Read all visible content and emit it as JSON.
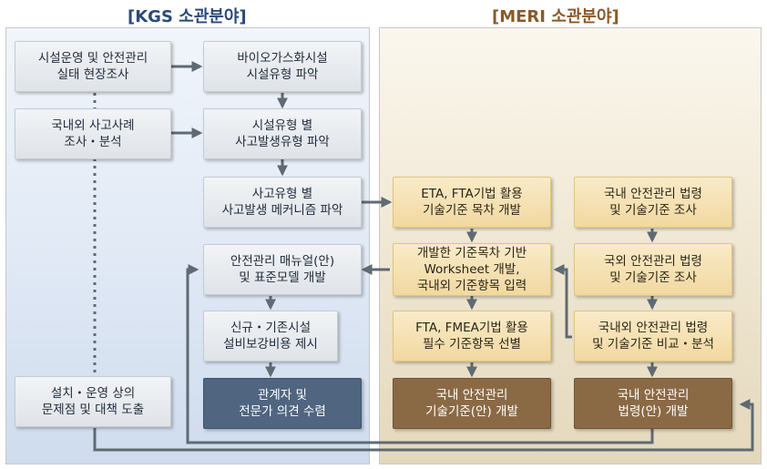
{
  "headers": {
    "kgs": "[KGS 소관분야]",
    "meri": "[MERI 소관분야]"
  },
  "boxes": {
    "b1": [
      "시설운영 및 안전관리",
      "실태 현장조사"
    ],
    "b2": [
      "바이오가스화시설",
      "시설유형 파악"
    ],
    "b3": [
      "국내외 사고사례",
      "조사・분석"
    ],
    "b4": [
      "시설유형  별",
      "사고발생유형 파악"
    ],
    "b5": [
      "사고유형 별",
      "사고발생 메커니즘 파악"
    ],
    "b6": [
      "안전관리 매뉴얼(안)",
      "및 표준모델 개발"
    ],
    "b7": [
      "신규・기존시설",
      "설비보강비용 제시"
    ],
    "b8": [
      "관계자 및",
      "전문가 의견 수렴"
    ],
    "b9": [
      "설치・운영 상의",
      "문제점 및 대책 도출"
    ],
    "b10": [
      "ETA, FTA기법 활용",
      "기술기준 목차 개발"
    ],
    "b11": [
      "개발한 기준목차 기반",
      "Worksheet 개발,",
      "국내외 기준항목 입력"
    ],
    "b12": [
      "FTA, FMEA기법 활용",
      "필수 기준항목 선별"
    ],
    "b13": [
      "국내 안전관리",
      "기술기준(안) 개발"
    ],
    "b14": [
      "국내 안전관리 법령",
      "및 기술기준 조사"
    ],
    "b15": [
      "국외 안전관리 법령",
      "및 기술기준 조사"
    ],
    "b16": [
      "국내외 안전관리 법령",
      "및 기술기준 비교・분석"
    ],
    "b17": [
      "국내 안전관리",
      "법령(안) 개발"
    ]
  },
  "colors": {
    "arrow": "#5f6a73",
    "navy_box": "#4f6580",
    "brown_box": "#8a6a45",
    "tan_box": "#f1d8a0",
    "gray_box": "#e6e9ed"
  }
}
